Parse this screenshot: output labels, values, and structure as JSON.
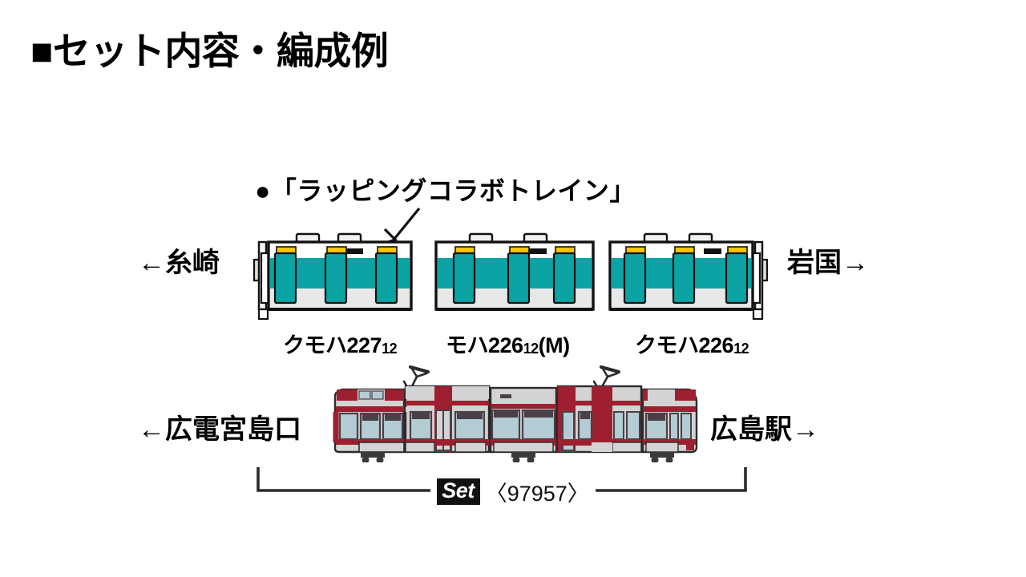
{
  "page": {
    "background": "#ffffff",
    "title": "■セット内容・編成例"
  },
  "wrapping": {
    "label": "●「ラッピングコラボトレイン」"
  },
  "emu": {
    "direction_left": "←糸崎",
    "direction_right": "岩国→",
    "cars": [
      {
        "name": "クモハ227",
        "subscript": "12",
        "suffix": ""
      },
      {
        "name": "モハ226",
        "subscript": "12",
        "suffix": "(M)"
      },
      {
        "name": "クモハ226",
        "subscript": "12",
        "suffix": ""
      }
    ],
    "colors": {
      "body_band": "#0ba3a3",
      "door": "#0ba3a3",
      "door_top": "#f7c600",
      "upper": "#ffffff",
      "skirt": "#e8e8e8",
      "outline": "#111111"
    }
  },
  "tram": {
    "direction_left": "←広電宮島口",
    "direction_right": "広島駅→",
    "colors": {
      "crimson": "#9e2030",
      "light_grey": "#d3d3d3",
      "window": "#b4ccd4",
      "frame": "#4a4048",
      "outline": "#2b2b2b"
    }
  },
  "set": {
    "chip_label": "Set",
    "code": "〈97957〉"
  }
}
